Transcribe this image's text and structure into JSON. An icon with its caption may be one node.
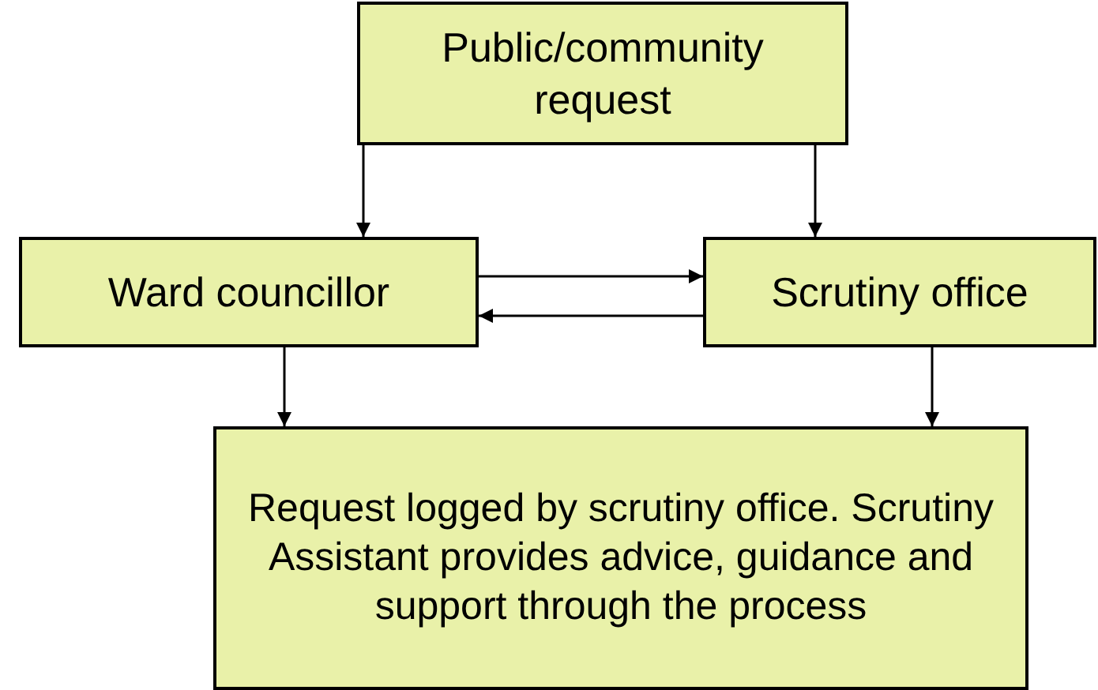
{
  "diagram": {
    "nodes": [
      {
        "text": [
          "Public/community request"
        ]
      },
      {
        "text": [
          "Ward councillor"
        ]
      },
      {
        "text": [
          "Scrutiny office"
        ]
      },
      {
        "text": [
          "Request logged by scrutiny office. Scrutiny Assistant provides advice, guidance and support through the process"
        ]
      }
    ],
    "edges": [
      {
        "from": 0,
        "to": 1,
        "arrow": "to"
      },
      {
        "from": 0,
        "to": 2,
        "arrow": "to"
      },
      {
        "from": 1,
        "to": 2,
        "arrow": "to"
      },
      {
        "from": 2,
        "to": 1,
        "arrow": "to"
      },
      {
        "from": 1,
        "to": 3,
        "arrow": "to"
      },
      {
        "from": 2,
        "to": 3,
        "arrow": "to"
      }
    ]
  }
}
